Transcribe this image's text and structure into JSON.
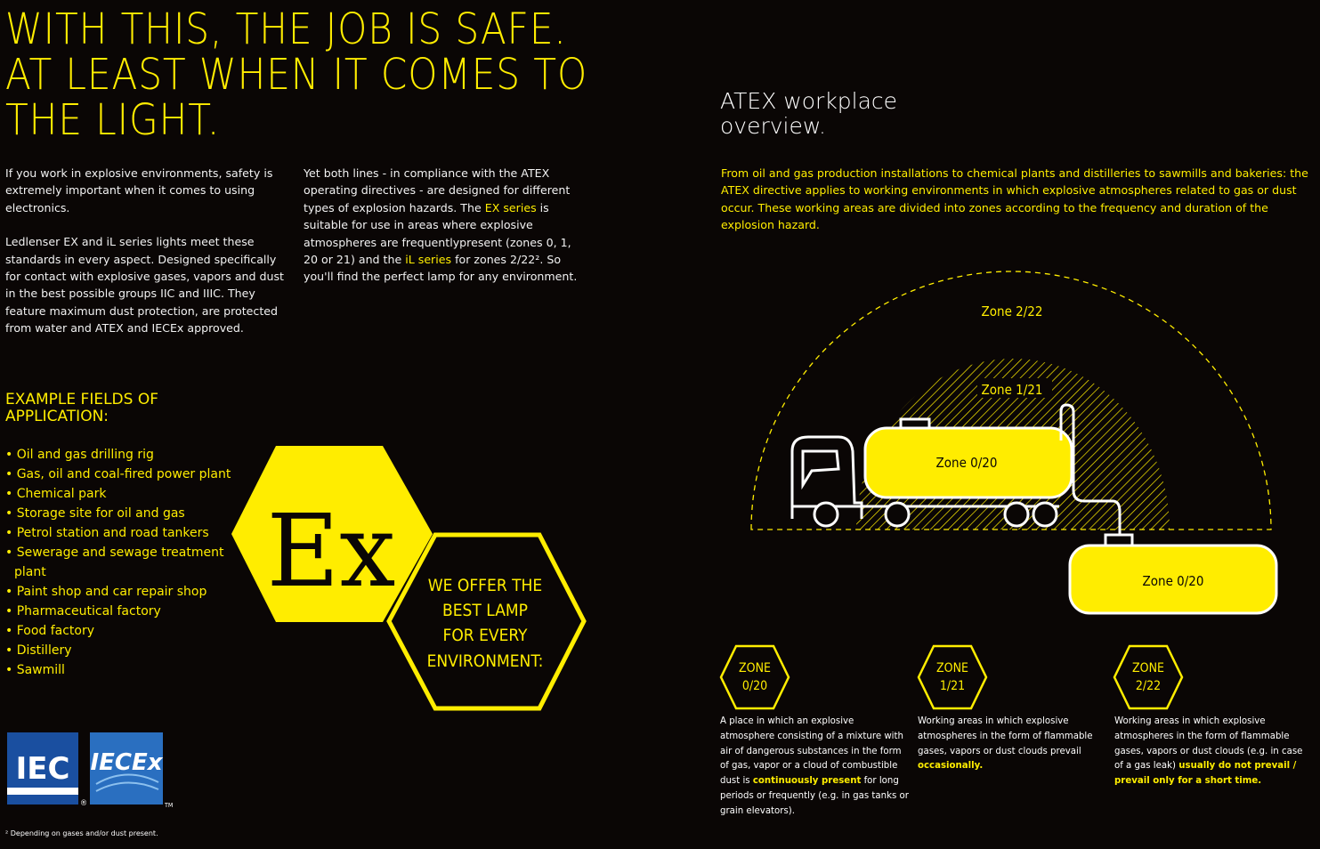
{
  "headline": {
    "line1": "WITH THIS, THE JOB IS SAFE.",
    "line2": "AT LEAST WHEN IT COMES TO",
    "line3": "THE LIGHT."
  },
  "intro": {
    "p1": "If you work in explosive environments, safety is extremely important when it comes to using electronics.",
    "p2": "Ledlenser EX and iL series lights meet these standards in every aspect. Designed specifically for contact with explosive gases, vapors and dust in the best possible groups IIC and IIIC. They feature maximum dust protection, are protected from water and ATEX and IECEx approved.",
    "p3_before": "Yet both lines - in compliance with the ATEX operating directives - are designed for different types of explosion hazards. The ",
    "p3_ex": "EX series",
    "p3_mid": " is suitable for use in areas where explosive atmospheres are frequentlypresent (zones 0, 1, 20 or 21) and the ",
    "p3_il": "iL series",
    "p3_after": " for zones 2/22². So you'll find the perfect lamp for any environment."
  },
  "fields": {
    "title_line1": "EXAMPLE FIELDS OF",
    "title_line2": "APPLICATION:",
    "items": [
      "• Oil and gas drilling rig",
      "• Gas, oil and coal-fired power plant",
      "• Chemical park",
      "• Storage site for oil and gas",
      "• Petrol station and road tankers",
      "• Sewerage and sewage treatment plant",
      "• Paint shop and car repair shop",
      "• Pharmaceutical factory",
      "• Food factory",
      "• Distillery",
      "• Sawmill"
    ]
  },
  "badge": {
    "ex_symbol": "Ex",
    "offer_line1": "WE OFFER THE",
    "offer_line2": "BEST LAMP",
    "offer_line3": "FOR EVERY",
    "offer_line4": "ENVIRONMENT:"
  },
  "logos": {
    "iec": "IEC",
    "iec_mark": "®",
    "iecex": "IECEx",
    "iecex_mark": "TM"
  },
  "footnote": "² Depending on gases and/or dust present.",
  "atex": {
    "title_line1": "ATEX workplace",
    "title_line2": "overview.",
    "intro": "From oil and gas production installations to chemical plants and distilleries to sawmills and bakeries: the ATEX directive applies to working environments in which explosive atmospheres related to gas or dust occur. These working areas are divided into zones according to the frequency and duration of the explosion hazard."
  },
  "diagram": {
    "zone_outer": "Zone 2/22",
    "zone_middle": "Zone 1/21",
    "zone_tanker": "Zone 0/20",
    "zone_tank": "Zone 0/20"
  },
  "zones": [
    {
      "label_top": "ZONE",
      "label_bottom": "0/20",
      "desc_before": "A place in which an explosive atmosphere consisting of a mixture with air of dangerous substances in the form of gas, vapor or a cloud of combustible dust is ",
      "desc_bold": "continuously present",
      "desc_after": " for long periods or frequently (e.g. in gas tanks or grain elevators)."
    },
    {
      "label_top": "ZONE",
      "label_bottom": "1/21",
      "desc_before": "Working areas in which explosive atmospheres in the form of flammable gases, vapors or dust clouds prevail ",
      "desc_bold": "occasionally.",
      "desc_after": ""
    },
    {
      "label_top": "ZONE",
      "label_bottom": "2/22",
      "desc_before": "Working areas in which explosive atmospheres in the form of flammable gases, vapors or dust clouds (e.g. in case of a gas leak) ",
      "desc_bold": "usually do not prevail / prevail only for a short time.",
      "desc_after": ""
    }
  ],
  "colors": {
    "accent": "#ffed00",
    "background": "#0a0605",
    "text": "#ffffff"
  }
}
